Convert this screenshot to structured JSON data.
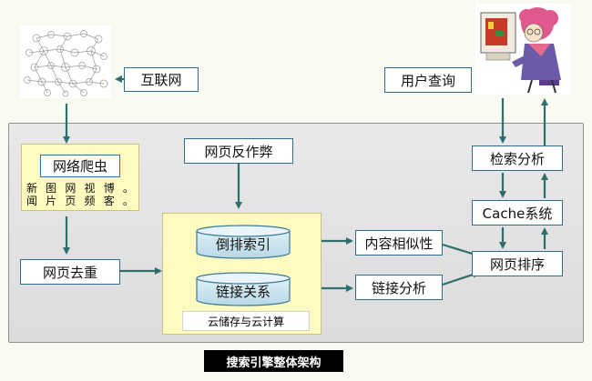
{
  "nodes": {
    "internet": "互联网",
    "crawler": "网络爬虫",
    "dedup": "网页去重",
    "anti_cheat": "网页反作弊",
    "inverted_index": "倒排索引",
    "link_relation": "链接关系",
    "cloud_storage": "云储存与云计算",
    "content_similarity": "内容相似性",
    "link_analysis": "链接分析",
    "page_rank": "网页排序",
    "cache": "Cache系统",
    "search_analysis": "检索分析",
    "user_query": "用户查询"
  },
  "crawler_sources": [
    "新闻",
    "图片",
    "网页",
    "视频",
    "博客",
    "。。"
  ],
  "caption": "搜索引擎整体架构",
  "colors": {
    "arrow": "#2e6e6e",
    "box_border": "#2f6f8f",
    "highlight_box": "#fffbc0",
    "panel": "#e3e3e3",
    "caption_bg": "#000000"
  }
}
